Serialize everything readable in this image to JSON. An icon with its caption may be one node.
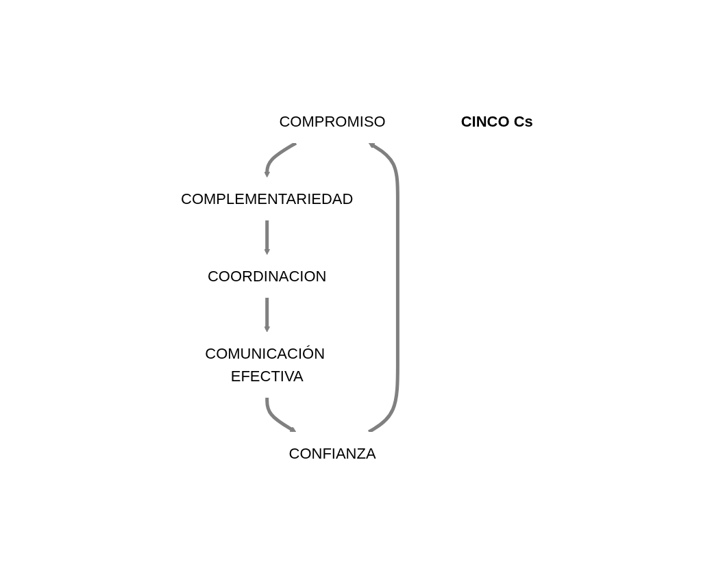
{
  "diagram": {
    "nodes": [
      {
        "text": [
          "COMPROMISO"
        ]
      },
      {
        "text": [
          "COMPLEMENTARIEDAD"
        ]
      },
      {
        "text": [
          "CONFIANZA"
        ]
      },
      {
        "text": [
          "CINCO Cs"
        ]
      },
      {
        "text": [
          "COORDINACION"
        ]
      },
      {
        "text": [
          "COMUNICACIÓN EFECTIVA"
        ]
      }
    ],
    "edges": [
      {
        "from": 0,
        "to": 1,
        "arrow": "to"
      },
      {
        "from": 1,
        "to": 4,
        "arrow": "to"
      },
      {
        "from": 4,
        "to": 5,
        "arrow": "to"
      },
      {
        "from": 5,
        "to": 2,
        "arrow": "to"
      },
      {
        "from": 2,
        "to": 0,
        "arrow": "to"
      }
    ]
  }
}
